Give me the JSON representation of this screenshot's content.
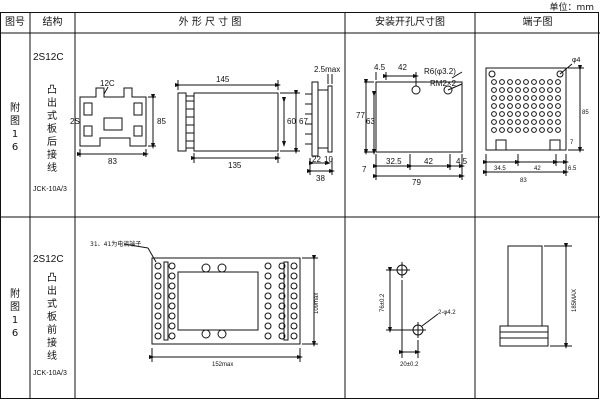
{
  "unit_label": "单位：mm",
  "headers": {
    "fig_no": "图号",
    "structure": "结构",
    "outline": "外 形 尺 寸 图",
    "mounting": "安装开孔尺寸图",
    "terminal": "端子图"
  },
  "rows": [
    {
      "fig_label": "附图16",
      "struct_code": "2S12C",
      "struct_text": "凸出式板后接线",
      "model": "JCK-10A/3"
    },
    {
      "fig_label": "附图16",
      "struct_code": "2S12C",
      "struct_text": "凸出式板前接线",
      "model": "JCK-10A/3"
    }
  ],
  "row1": {
    "front": {
      "top": "12C",
      "side": "2S",
      "width": "83",
      "height": "85"
    },
    "side_view": {
      "top": "145",
      "bottom": "135",
      "h_outer": "67",
      "h_inner": "60"
    },
    "panel": {
      "top": "2.5max",
      "b1": "22",
      "b2": "10",
      "b3": "38"
    },
    "mount": {
      "d1": "4.5",
      "d2": "42",
      "hole": "R6(φ3.2)",
      "rm": "RM2×2",
      "h1": "77",
      "h2": "63",
      "b1": "32.5",
      "b2": "42",
      "b3": "4.5",
      "left": "7",
      "total": "79"
    },
    "term": {
      "hole": "φ4",
      "b1": "34.5",
      "b2": "42",
      "b3": "6.5",
      "total": "83",
      "height": "85",
      "h2": "7"
    }
  },
  "row2": {
    "note": "31、41为电流端子",
    "width": "152max",
    "height": "109max",
    "mount_h": "76±0.2",
    "mount_w": "20±0.2",
    "mount_hole": "2-φ4.2",
    "term_h": "185MAX"
  }
}
